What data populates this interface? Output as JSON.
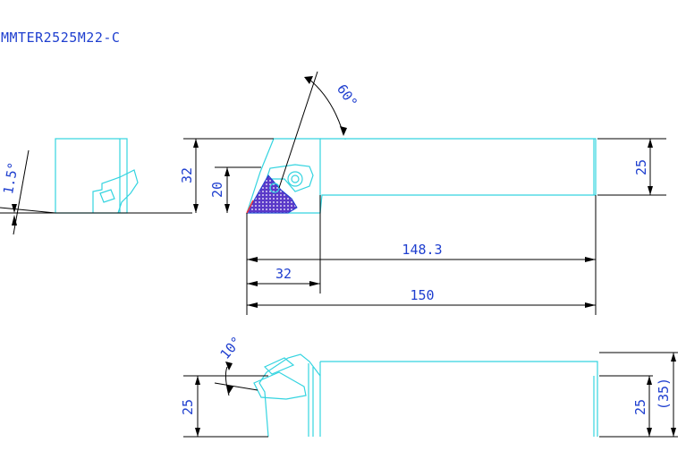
{
  "title": "MMTER2525M22-C",
  "angles": {
    "clearance_top": "1.5°",
    "insert": "60°",
    "inclination": "10°"
  },
  "dims": {
    "height_32": "32",
    "height_20": "20",
    "shank_25_right": "25",
    "length_148_3": "148.3",
    "length_32": "32",
    "length_150": "150",
    "side_25_left": "25",
    "side_25_right": "25",
    "side_35_ref": "(35)"
  },
  "colors": {
    "drawing": "#34d4e0",
    "text": "#1f3fcf",
    "insert_fill": "#5a39c8",
    "dimension": "#000000"
  }
}
